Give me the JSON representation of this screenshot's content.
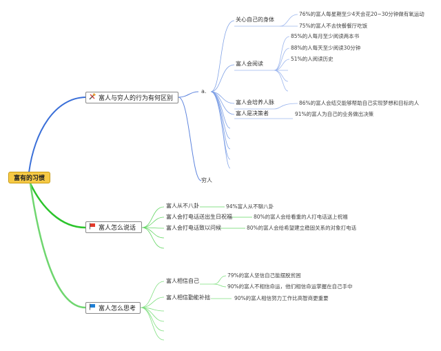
{
  "root": "富有的习惯",
  "branches": {
    "behavior": {
      "label": "富人与穷人的行为有何区别",
      "icon": "tools-icon",
      "connector": "a.",
      "rich": {
        "care_body": {
          "label": "关心自己的身体",
          "items": [
            "76%的富人每星期至少4天会花20~30分钟做有氧运动",
            "75%的富人不去快餐餐厅吃饭"
          ]
        },
        "reading": {
          "label": "富人会阅读",
          "items": [
            "85%的人每月至少阅读两本书",
            "88%的人每天至少阅读30分钟",
            "51%的人阅读历史"
          ]
        },
        "network": {
          "label": "富人会培养人脉",
          "item": "86%的富人会结交能够帮助自己实现梦想和目标的人"
        },
        "decision": {
          "label": "富人是决策者",
          "item": "91%的富人为自己的业务做出决策"
        }
      },
      "poor": "穷人"
    },
    "speech": {
      "label": "富人怎么说话",
      "icon": "red-flag-icon",
      "items": [
        {
          "label": "富人从不八卦",
          "detail": "94%富人从不聊八卦"
        },
        {
          "label": "富人会打电话送出生日祝福",
          "detail": "80%的富人会给看重的人打电话送上祝福"
        },
        {
          "label": "富人会打电话致以问候",
          "detail": "80%的富人会给希望建立稳固关系的对象打电话"
        }
      ]
    },
    "thinking": {
      "label": "富人怎么思考",
      "icon": "blue-flag-icon",
      "believe": {
        "label": "富人相信自己",
        "items": [
          "79%的富人坚信自己能摆脱贫困",
          "90%的富人不相信命运，他们相信命运掌握在自己手中"
        ]
      },
      "diligence": {
        "label": "富人相信勤能补拙",
        "item": "90%的富人相信努力工作比高智商更重要"
      }
    }
  },
  "colors": {
    "root_fill": "#f6c945",
    "branch1": "#3a6fd8",
    "branch2": "#2bc42b",
    "branch3": "#6fd66f",
    "leaf_line": "#9cb6ee"
  }
}
